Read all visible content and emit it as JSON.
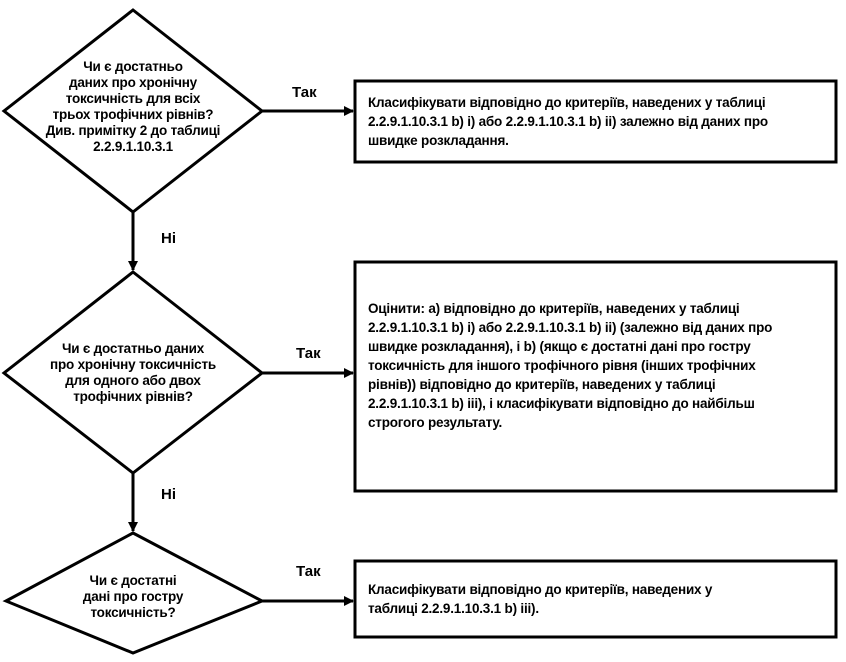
{
  "decisions": [
    {
      "lines": [
        "Чи є достатньо",
        "даних про хронічну",
        "токсичність для всіх",
        "трьох трофічних рівнів?",
        "Див. примітку 2 до таблиці",
        "2.2.9.1.10.3.1"
      ]
    },
    {
      "lines": [
        "Чи є достатньо даних",
        "про хронічну токсичність",
        "для одного або двох",
        "трофічних рівнів?"
      ]
    },
    {
      "lines": [
        "Чи є достатні",
        "дані про гостру",
        "токсичність?"
      ]
    }
  ],
  "outcomes": [
    {
      "lines": [
        "Класифікувати відповідно до критеріїв, наведених у таблиці",
        "2.2.9.1.10.3.1 b) і) або 2.2.9.1.10.3.1 b) іі) залежно від даних про",
        "швидке розкладання."
      ]
    },
    {
      "lines": [
        "Оцінити: а) відповідно до критеріїв, наведених у таблиці",
        "2.2.9.1.10.3.1 b) і) або 2.2.9.1.10.3.1 b) іі) (залежно від даних про",
        "швидке розкладання), і b) (якщо є достатні дані про гостру",
        "токсичність для іншого трофічного рівня (інших трофічних",
        "рівнів)) відповідно до критеріїв, наведених у таблиці",
        "2.2.9.1.10.3.1 b) ііі), і класифікувати відповідно до найбільш",
        "строгого результату."
      ]
    },
    {
      "lines": [
        "Класифікувати відповідно до критеріїв, наведених у",
        "таблиці 2.2.9.1.10.3.1 b) ііі)."
      ]
    }
  ],
  "edge_labels": {
    "yes_1": "Так",
    "yes_2": "Так",
    "yes_3": "Так",
    "no_1": "Ні",
    "no_2": "Ні"
  }
}
